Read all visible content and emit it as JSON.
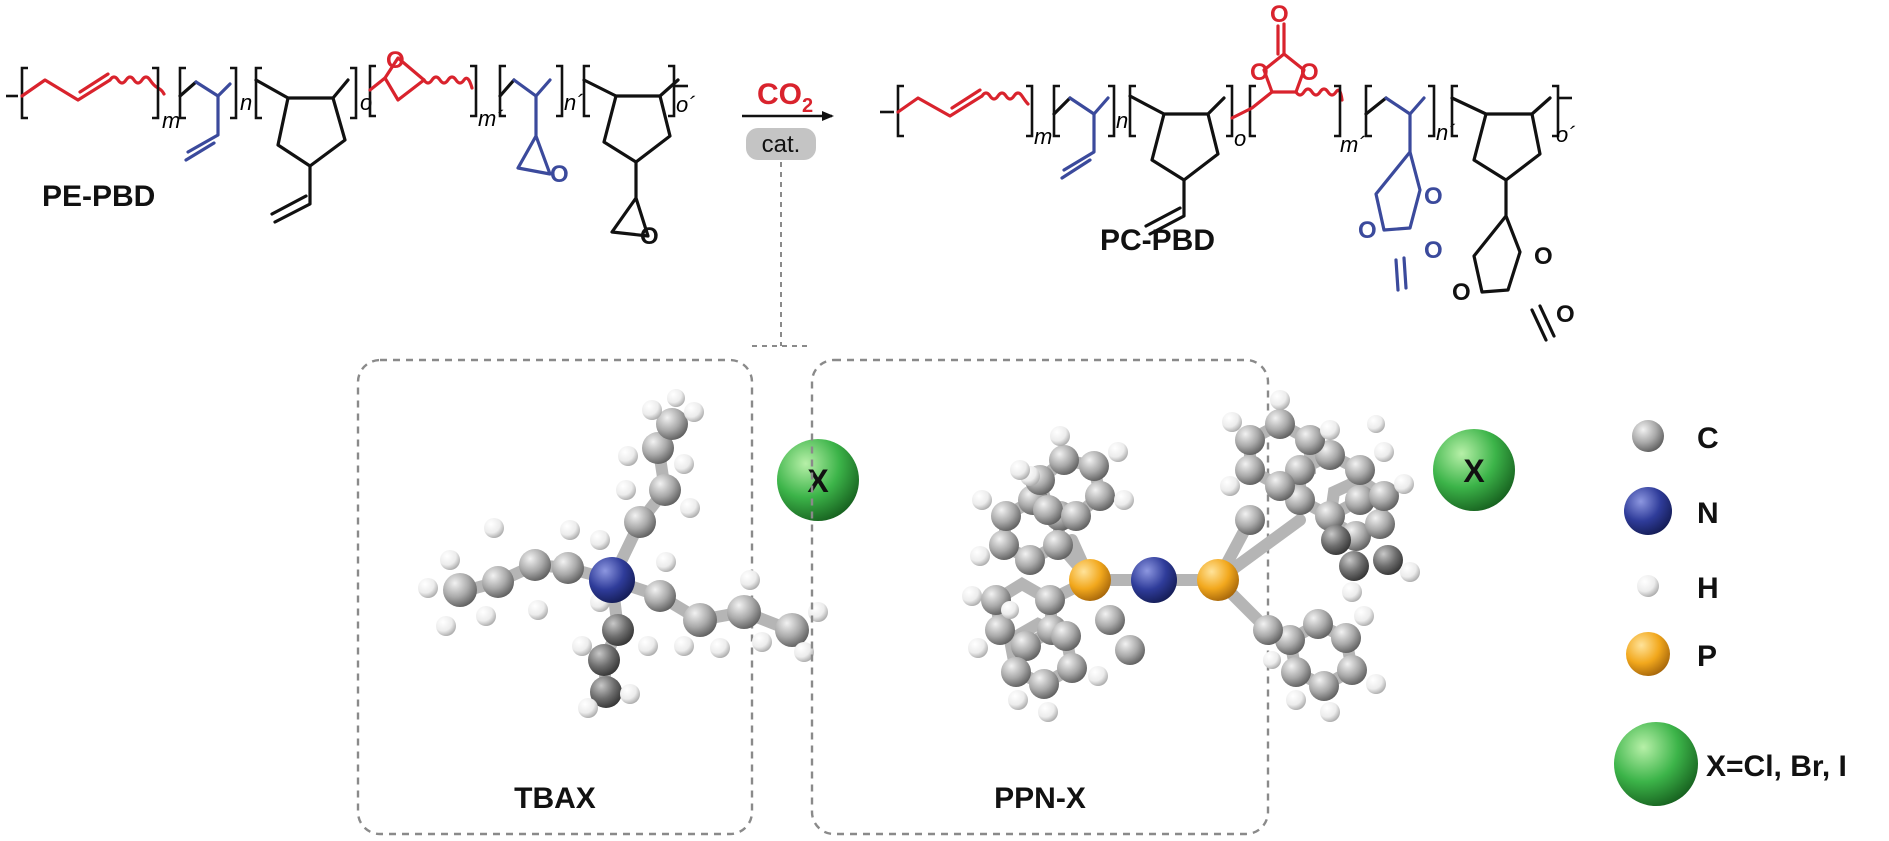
{
  "reaction": {
    "reactant_label": "PE-PBD",
    "product_label": "PC-PBD",
    "reagent": "CO",
    "reagent_subscript": "2",
    "catalyst_label": "cat.",
    "subscripts": {
      "m": "m",
      "n": "n",
      "o": "o",
      "m_prime": "m´",
      "n_prime": "n´",
      "o_prime": "o´"
    },
    "oxygen": "O"
  },
  "catalysts": [
    {
      "name": "TBAX",
      "counter_ion": "X"
    },
    {
      "name": "PPN-X",
      "counter_ion": "X"
    }
  ],
  "legend": [
    {
      "element": "C",
      "color": "#8c8c8c"
    },
    {
      "element": "N",
      "color": "#2f3c9a"
    },
    {
      "element": "H",
      "color": "#f0f0f0"
    },
    {
      "element": "P",
      "color": "#f2a81d"
    },
    {
      "element": "X=Cl, Br, I",
      "color": "#3cb449"
    }
  ],
  "colors": {
    "black": "#111111",
    "red": "#d9232d",
    "blue": "#3b4a9c",
    "catalyst_pill": "#c4c4c4",
    "box_border": "#8a8a8a"
  }
}
